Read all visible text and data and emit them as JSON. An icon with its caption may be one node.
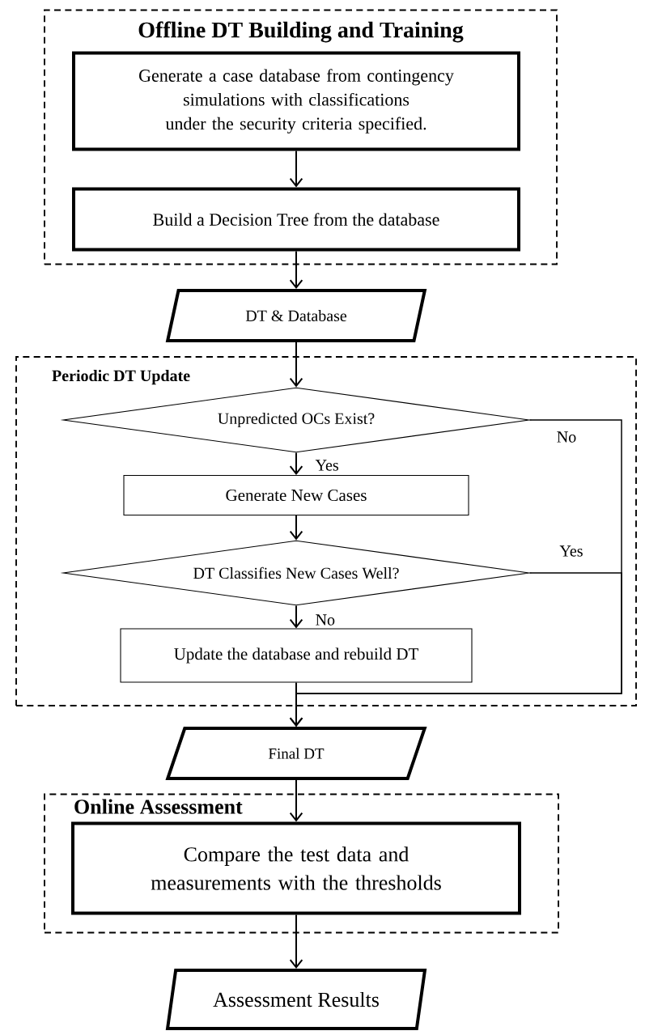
{
  "diagram": {
    "nodes": [
      {
        "text": [
          "Offline DT Building and Training"
        ]
      },
      {
        "text": [
          "Generate a case database from contingency simulations with classifications under the security criteria specified."
        ],
        "in": 0
      },
      {
        "text": [
          "Build a Decision Tree from the database"
        ],
        "in": 0
      },
      {
        "text": [
          "DT & Database"
        ]
      },
      {
        "text": [
          "Periodic DT Update"
        ]
      },
      {
        "text": [
          "Unpredicted OCs Exist?"
        ],
        "in": 4
      },
      {
        "text": [
          "Generate New Cases"
        ],
        "in": 4
      },
      {
        "text": [
          "DT Classifies New Cases Well?"
        ],
        "in": 4
      },
      {
        "text": [
          "Update the database and rebuild DT"
        ],
        "in": 4
      },
      {
        "text": [
          "Final DT"
        ]
      },
      {
        "text": [
          "Online Assessment"
        ]
      },
      {
        "text": [
          "Compare the test data and measurements with the thresholds"
        ],
        "in": 10
      },
      {
        "text": [
          "Assessment Results"
        ]
      }
    ],
    "edges": [
      {
        "from": 1,
        "to": 2,
        "arrow": "to"
      },
      {
        "from": 2,
        "to": 3,
        "arrow": "to"
      },
      {
        "from": 3,
        "to": 5,
        "arrow": "to"
      },
      {
        "from": 5,
        "to": 6,
        "arrow": "to",
        "label": "Yes"
      },
      {
        "from": 6,
        "to": 7,
        "arrow": "to"
      },
      {
        "from": 7,
        "to": 8,
        "arrow": "to",
        "label": "No"
      },
      {
        "from": 8,
        "to": 9,
        "arrow": "to"
      },
      {
        "from": 5,
        "to": 9,
        "arrow": "to",
        "label": "No"
      },
      {
        "from": 7,
        "to": 9,
        "arrow": "to",
        "label": "Yes"
      },
      {
        "from": 9,
        "to": 11,
        "arrow": "to"
      },
      {
        "from": 11,
        "to": 12,
        "arrow": "to"
      }
    ]
  }
}
